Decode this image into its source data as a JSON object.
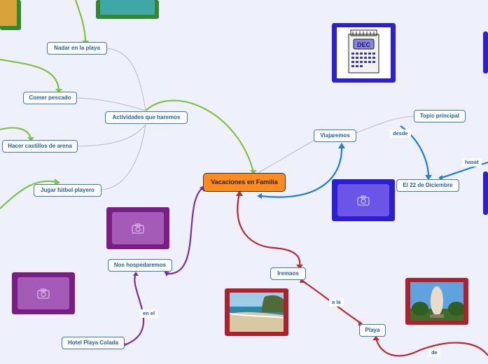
{
  "central": {
    "title": "Vacaciones en Familia"
  },
  "nodes": {
    "actividades": "Actividades que  haremos",
    "nadar": "Nadar en la playa",
    "comer": "Comer pescado",
    "castillos": "Hacer castillos de arena",
    "futbol": "Jugar fútbol playero",
    "hospedaremos": "Nos hospedaremos",
    "hotel": "Hotel Playa Colada",
    "viajaremos": "Viajaremos",
    "topic": "Topic principal",
    "diciembre": "El 22 de Diciembre",
    "iremaos": "Iremaos",
    "playa": "Playa"
  },
  "labels": {
    "desde": "desde",
    "hasat": "hasat",
    "en_el": "en el",
    "a_la": "a la",
    "de": "de"
  },
  "calendar": {
    "text": "DEC"
  },
  "colors": {
    "central": "#ff8c1a",
    "node_border": "#3a78c9",
    "green": "#7fc242",
    "purple": "#7b2f9e",
    "blue": "#1a7ee0",
    "red": "#c1272d",
    "gray": "#b8bcc4"
  },
  "icons": {
    "placeholder": "camera-icon"
  }
}
